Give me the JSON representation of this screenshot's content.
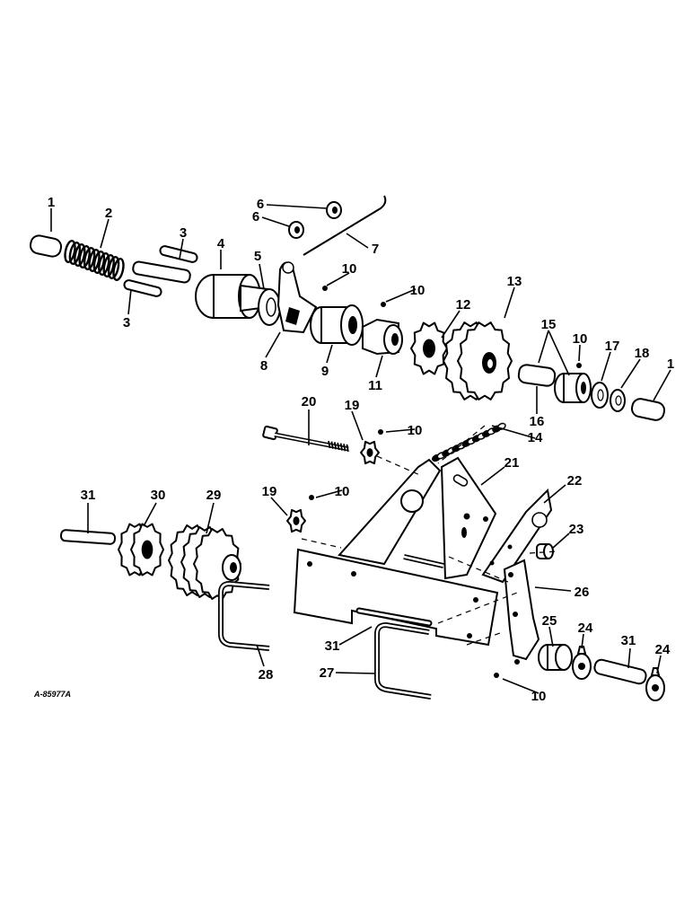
{
  "figure_code": "A-85977A",
  "callouts": {
    "c1a": "1",
    "c1b": "1",
    "c2": "2",
    "c3a": "3",
    "c3b": "3",
    "c4": "4",
    "c5": "5",
    "c6a": "6",
    "c6b": "6",
    "c7": "7",
    "c8": "8",
    "c9": "9",
    "c10a": "10",
    "c10b": "10",
    "c10c": "10",
    "c10d": "10",
    "c10e": "10",
    "c10f": "10",
    "c11": "11",
    "c12": "12",
    "c13": "13",
    "c14": "14",
    "c15": "15",
    "c16": "16",
    "c17": "17",
    "c18": "18",
    "c19a": "19",
    "c19b": "19",
    "c20": "20",
    "c21": "21",
    "c22": "22",
    "c23": "23",
    "c24a": "24",
    "c24b": "24",
    "c25": "25",
    "c26": "26",
    "c27": "27",
    "c28": "28",
    "c29": "29",
    "c30": "30",
    "c31a": "31",
    "c31b": "31",
    "c31c": "31"
  }
}
